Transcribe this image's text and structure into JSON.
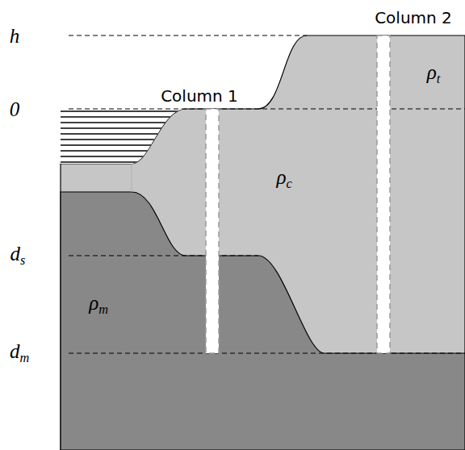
{
  "diagram": {
    "labels": [
      "h",
      "0",
      "ds",
      "dm",
      "Column 1",
      "Column 2",
      "ρc",
      "ρm",
      "ρt"
    ]
  }
}
